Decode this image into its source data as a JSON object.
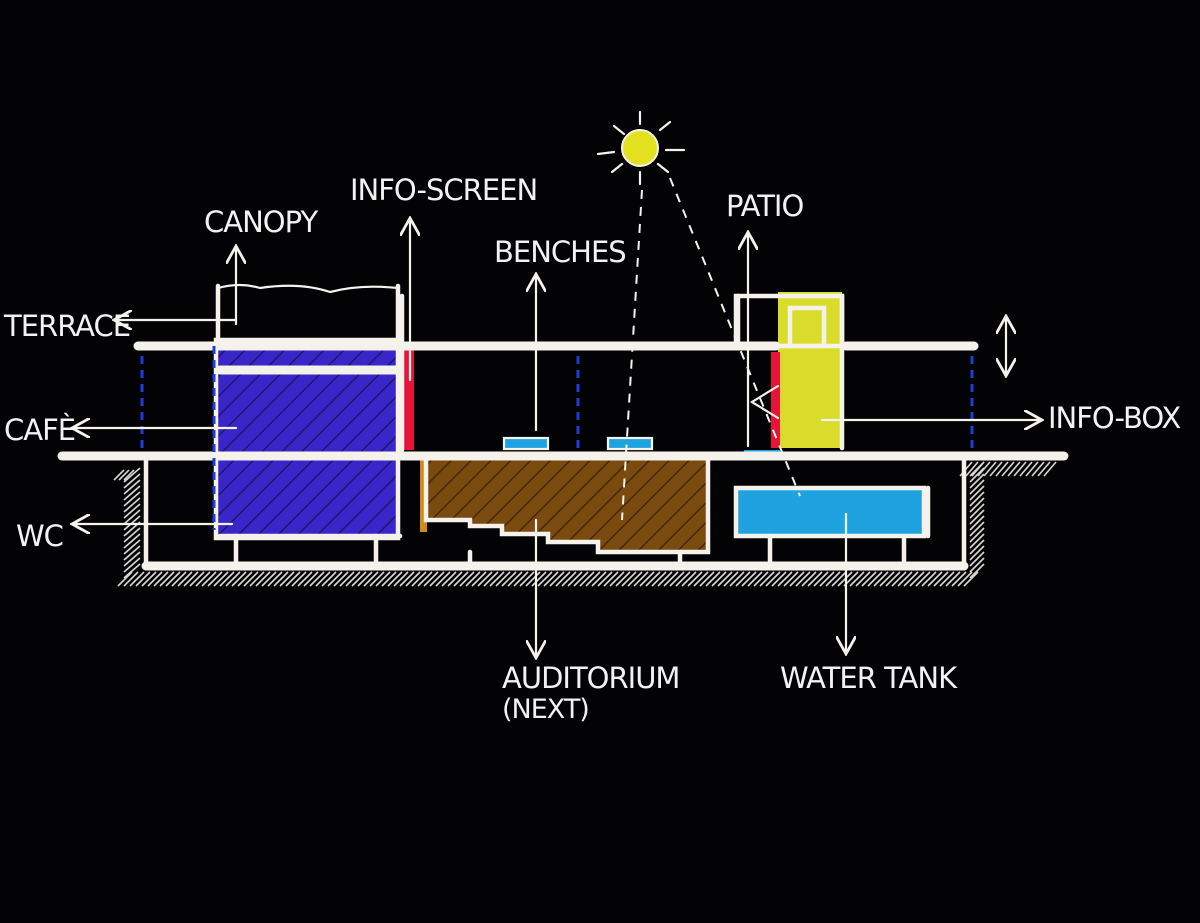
{
  "labels": {
    "canopy": "CANOPY",
    "info_screen": "INFO-SCREEN",
    "benches": "BENCHES",
    "patio": "PATIO",
    "terrace": "TERRACE",
    "cafe": "CAFÈ",
    "wc": "WC",
    "info_box": "INFO-BOX",
    "auditorium": "AUDITORIUM",
    "auditorium_note": "(NEXT)",
    "water_tank": "WATER TANK"
  },
  "colors": {
    "background": "#030306",
    "line": "#f4f2ea",
    "cafe_volume": "#3a26c8",
    "info_screen": "#e8133a",
    "auditorium": "#7a4a0e",
    "water": "#1ea3e0",
    "info_box": "#d9dc2a",
    "sun": "#e3e020"
  },
  "icons": {
    "sun": "sun-icon",
    "arrows": "arrow-icon"
  }
}
